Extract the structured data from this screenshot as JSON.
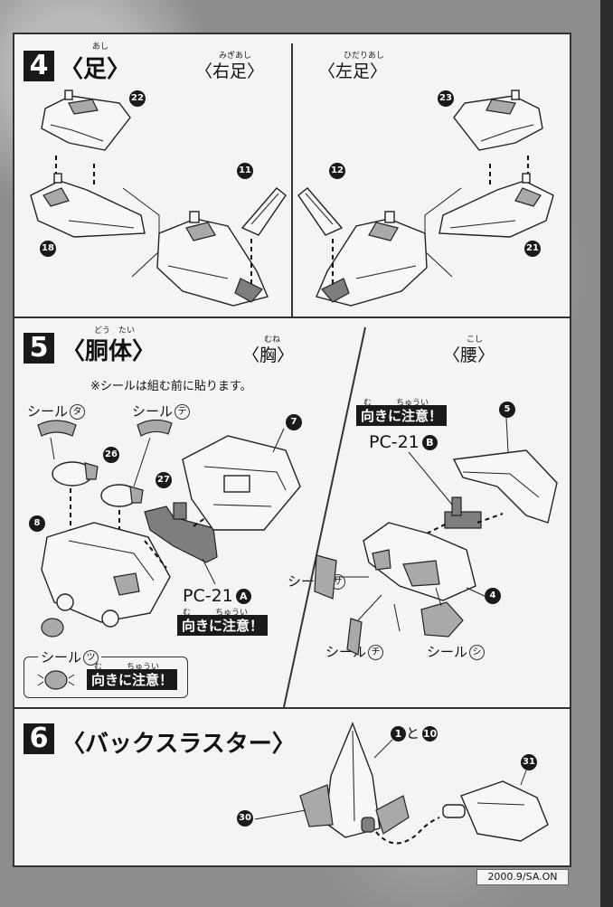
{
  "sections": {
    "step4": {
      "number": "4",
      "title": "〈足〉",
      "title_ruby": "あし",
      "right_leg": "〈右足〉",
      "right_leg_ruby": "みぎあし",
      "left_leg": "〈左足〉",
      "left_leg_ruby": "ひだりあし",
      "parts": [
        "22",
        "18",
        "11",
        "12",
        "23",
        "21"
      ]
    },
    "step5": {
      "number": "5",
      "title": "〈胴体〉",
      "title_ruby": "どう　たい",
      "chest": "〈胸〉",
      "chest_ruby": "むね",
      "waist": "〈腰〉",
      "waist_ruby": "こし",
      "note": "※シールは組む前に貼ります。",
      "seal_label": "シール",
      "seals": {
        "ta": "タ",
        "te": "テ",
        "tsu": "ツ",
        "sa": "サ",
        "chi": "チ",
        "shi": "シ"
      },
      "warning": "向きに注意！",
      "warning_ruby": "む　　　ちゅうい",
      "pc_a": "PC-21",
      "pc_a_mark": "A",
      "pc_b": "PC-21",
      "pc_b_mark": "B",
      "parts": [
        "26",
        "27",
        "7",
        "8",
        "5",
        "4"
      ]
    },
    "step6": {
      "number": "6",
      "title": "〈バックスラスター〉",
      "pair_label": "1と10",
      "pair_first": "1",
      "pair_and": "と",
      "pair_second": "10",
      "parts": [
        "31",
        "30"
      ]
    }
  },
  "footer": {
    "code": "2000.9/SA.ON"
  }
}
